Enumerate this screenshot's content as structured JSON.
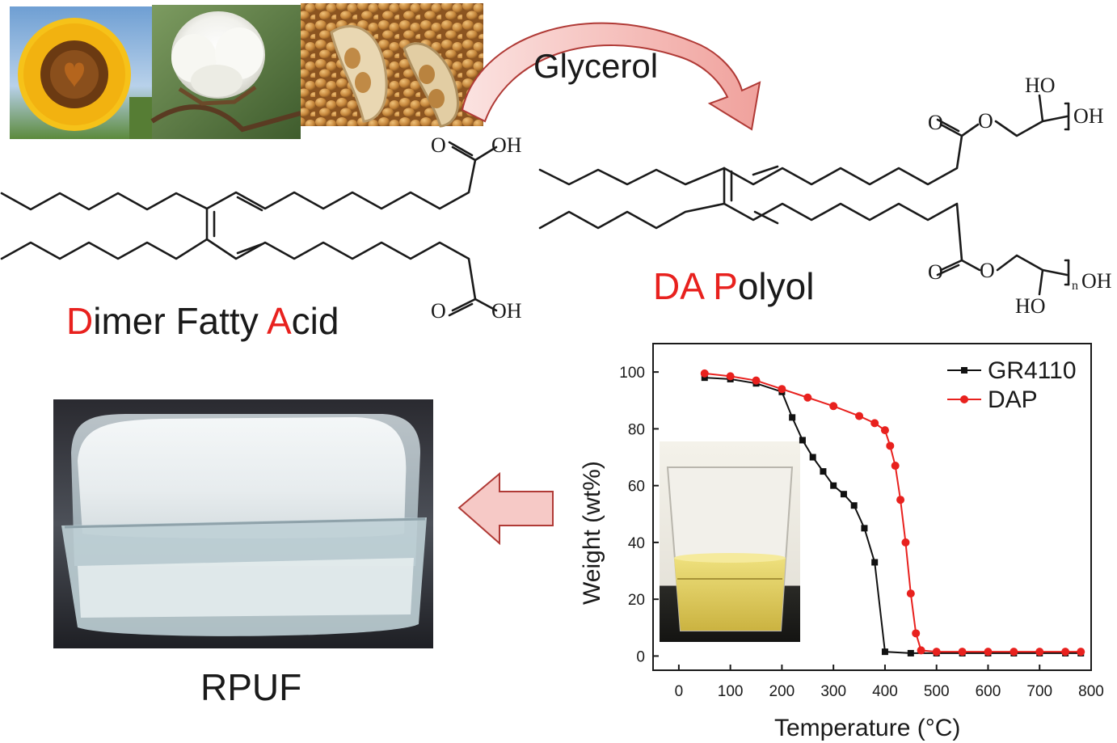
{
  "photos": {
    "sunflower": "sunflower",
    "cotton": "cotton boll",
    "soybean": "soybeans",
    "foam": "RPUF foam block in container",
    "beaker": "beaker of DA polyol"
  },
  "reagent_label": "Glycerol",
  "acid": {
    "name_parts": [
      {
        "text": "D",
        "color": "#e8211e"
      },
      {
        "text": "imer Fatty ",
        "color": "#1a1a1a"
      },
      {
        "text": "A",
        "color": "#e8211e"
      },
      {
        "text": "cid",
        "color": "#1a1a1a"
      }
    ],
    "labels": {
      "oxo_top": "O",
      "oh_top": "OH",
      "oxo_bottom": "O",
      "oh_bottom": "OH"
    }
  },
  "polyol": {
    "name_parts": [
      {
        "text": "DA",
        "color": "#e8211e"
      },
      {
        "text": " ",
        "color": "#1a1a1a"
      },
      {
        "text": "P",
        "color": "#e8211e"
      },
      {
        "text": "olyol",
        "color": "#1a1a1a"
      }
    ],
    "labels": {
      "oxo_top": "O",
      "o_top": "O",
      "ho_top": "HO",
      "oh_top": "OH",
      "oxo_bottom": "O",
      "o_bottom": "O",
      "ho_bottom": "HO",
      "oh_bottom": "OH",
      "n": "n"
    }
  },
  "foam_label": "RPUF",
  "colors": {
    "accent": "#e8211e",
    "black_series": "#111111",
    "red_series": "#e8211e",
    "arrow_fill": "#f6c9c6",
    "arrow_stroke": "#b03a36"
  },
  "chart_data": {
    "type": "line",
    "xlabel": "Temperature (°C)",
    "ylabel": "Weight (wt%)",
    "xlim": [
      -50,
      800
    ],
    "ylim": [
      -5,
      110
    ],
    "xticks": [
      0,
      100,
      200,
      300,
      400,
      500,
      600,
      700,
      800
    ],
    "yticks": [
      0,
      20,
      40,
      60,
      80,
      100
    ],
    "legend_position": "top-right",
    "series": [
      {
        "name": "GR4110",
        "color": "#111111",
        "marker": "square",
        "x": [
          50,
          100,
          150,
          200,
          220,
          240,
          260,
          280,
          300,
          320,
          340,
          360,
          380,
          400,
          450,
          500,
          550,
          600,
          650,
          700,
          750,
          780
        ],
        "y": [
          98,
          97.5,
          96,
          93,
          84,
          76,
          70,
          65,
          60,
          57,
          53,
          45,
          33,
          1.5,
          1,
          1,
          1,
          1,
          1,
          1,
          1,
          1
        ]
      },
      {
        "name": "DAP",
        "color": "#e8211e",
        "marker": "circle",
        "x": [
          50,
          100,
          150,
          200,
          250,
          300,
          350,
          380,
          400,
          410,
          420,
          430,
          440,
          450,
          460,
          470,
          500,
          550,
          600,
          650,
          700,
          750,
          780
        ],
        "y": [
          99.5,
          98.5,
          97,
          94,
          91,
          88,
          84.5,
          82,
          79.5,
          74,
          67,
          55,
          40,
          22,
          8,
          2,
          1.5,
          1.5,
          1.5,
          1.5,
          1.5,
          1.5,
          1.5
        ]
      }
    ]
  }
}
